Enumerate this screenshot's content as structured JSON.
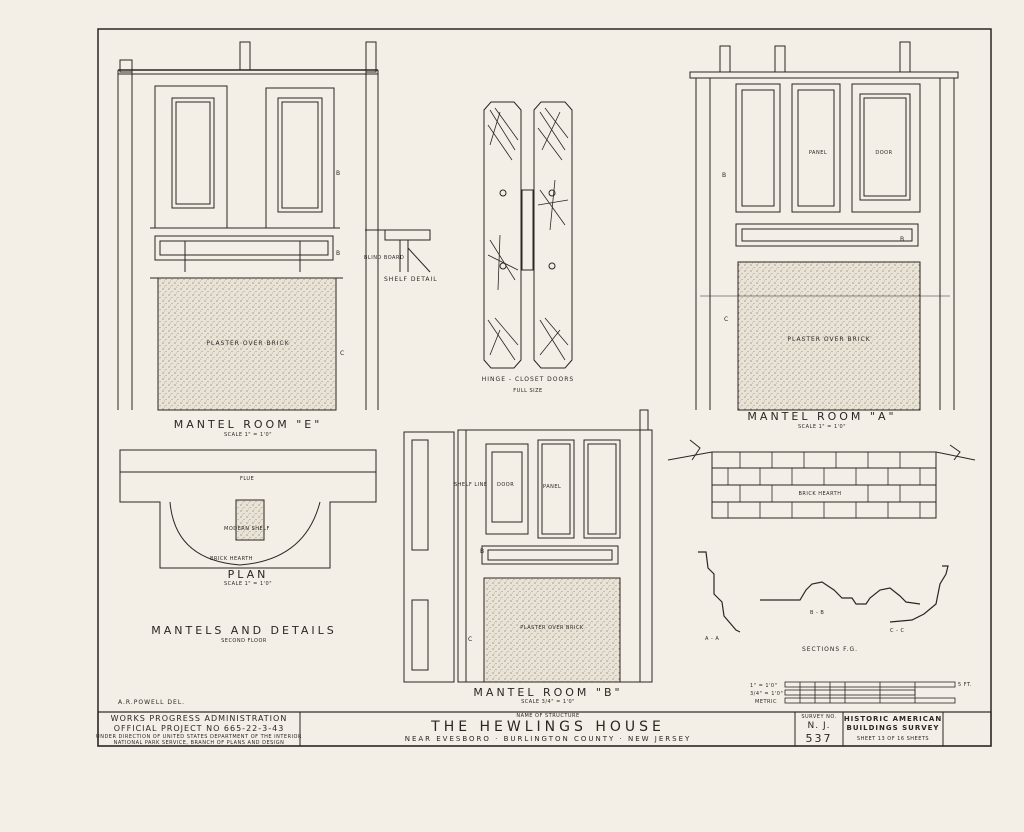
{
  "drawings": {
    "mantel_e": {
      "title": "Mantel Room \"E\"",
      "scale": "Scale 1\" = 1'0\"",
      "fill_note": "Plaster over brick"
    },
    "hinge": {
      "title": "Hinge - Closet Doors",
      "scale": "Full size"
    },
    "mantel_a": {
      "title": "Mantel Room \"A\"",
      "scale": "Scale 1\" = 1'0\"",
      "fill_note": "Plaster over brick",
      "panel_labels": [
        "Panel",
        "Door"
      ]
    },
    "shelf_detail": {
      "title": "Shelf Detail",
      "note": "Blind board"
    },
    "plan": {
      "title": "Plan",
      "scale": "Scale 1\" = 1'0\"",
      "labels": [
        "Flue",
        "Modern Shelf",
        "Brick Hearth"
      ]
    },
    "mantel_b": {
      "title": "Mantel Room \"B\"",
      "scale": "Scale 3/4\" = 1'0\"",
      "fill_note": "Plaster over brick",
      "labels": [
        "Shelf line",
        "Door",
        "Panel"
      ]
    },
    "brick": {
      "label": "Brick Hearth"
    },
    "sections": {
      "title": "Sections F.G.",
      "labels": [
        "A - A",
        "B - B",
        "C - C"
      ]
    },
    "sheet_title": {
      "line1": "Mantels and Details",
      "line2": "Second Floor"
    },
    "drawn_by": "A.R.Powell Del.",
    "section_markers": [
      "A",
      "B",
      "C"
    ]
  },
  "title_block": {
    "wpa_line1": "Works Progress Administration",
    "wpa_line2": "Official Project No 665-22-3-43",
    "wpa_line3": "Under direction of United States Department of the Interior",
    "wpa_line4": "National Park Service, Branch of Plans and Design",
    "name_caption": "Name of Structure",
    "structure_name": "The Hewlings House",
    "location": "Near Evesboro · Burlington County · New Jersey",
    "survey_caption": "Survey No.",
    "survey_state": "N. J.",
    "survey_number": "537",
    "habs_line1": "Historic American",
    "habs_line2": "Buildings Survey",
    "sheet_text": "Sheet 13 of 16 Sheets",
    "scale_labels": [
      "1\" = 1'0\"",
      "3/4\" = 1'0\"",
      "Metric"
    ],
    "scale_unit": "5 FT."
  }
}
